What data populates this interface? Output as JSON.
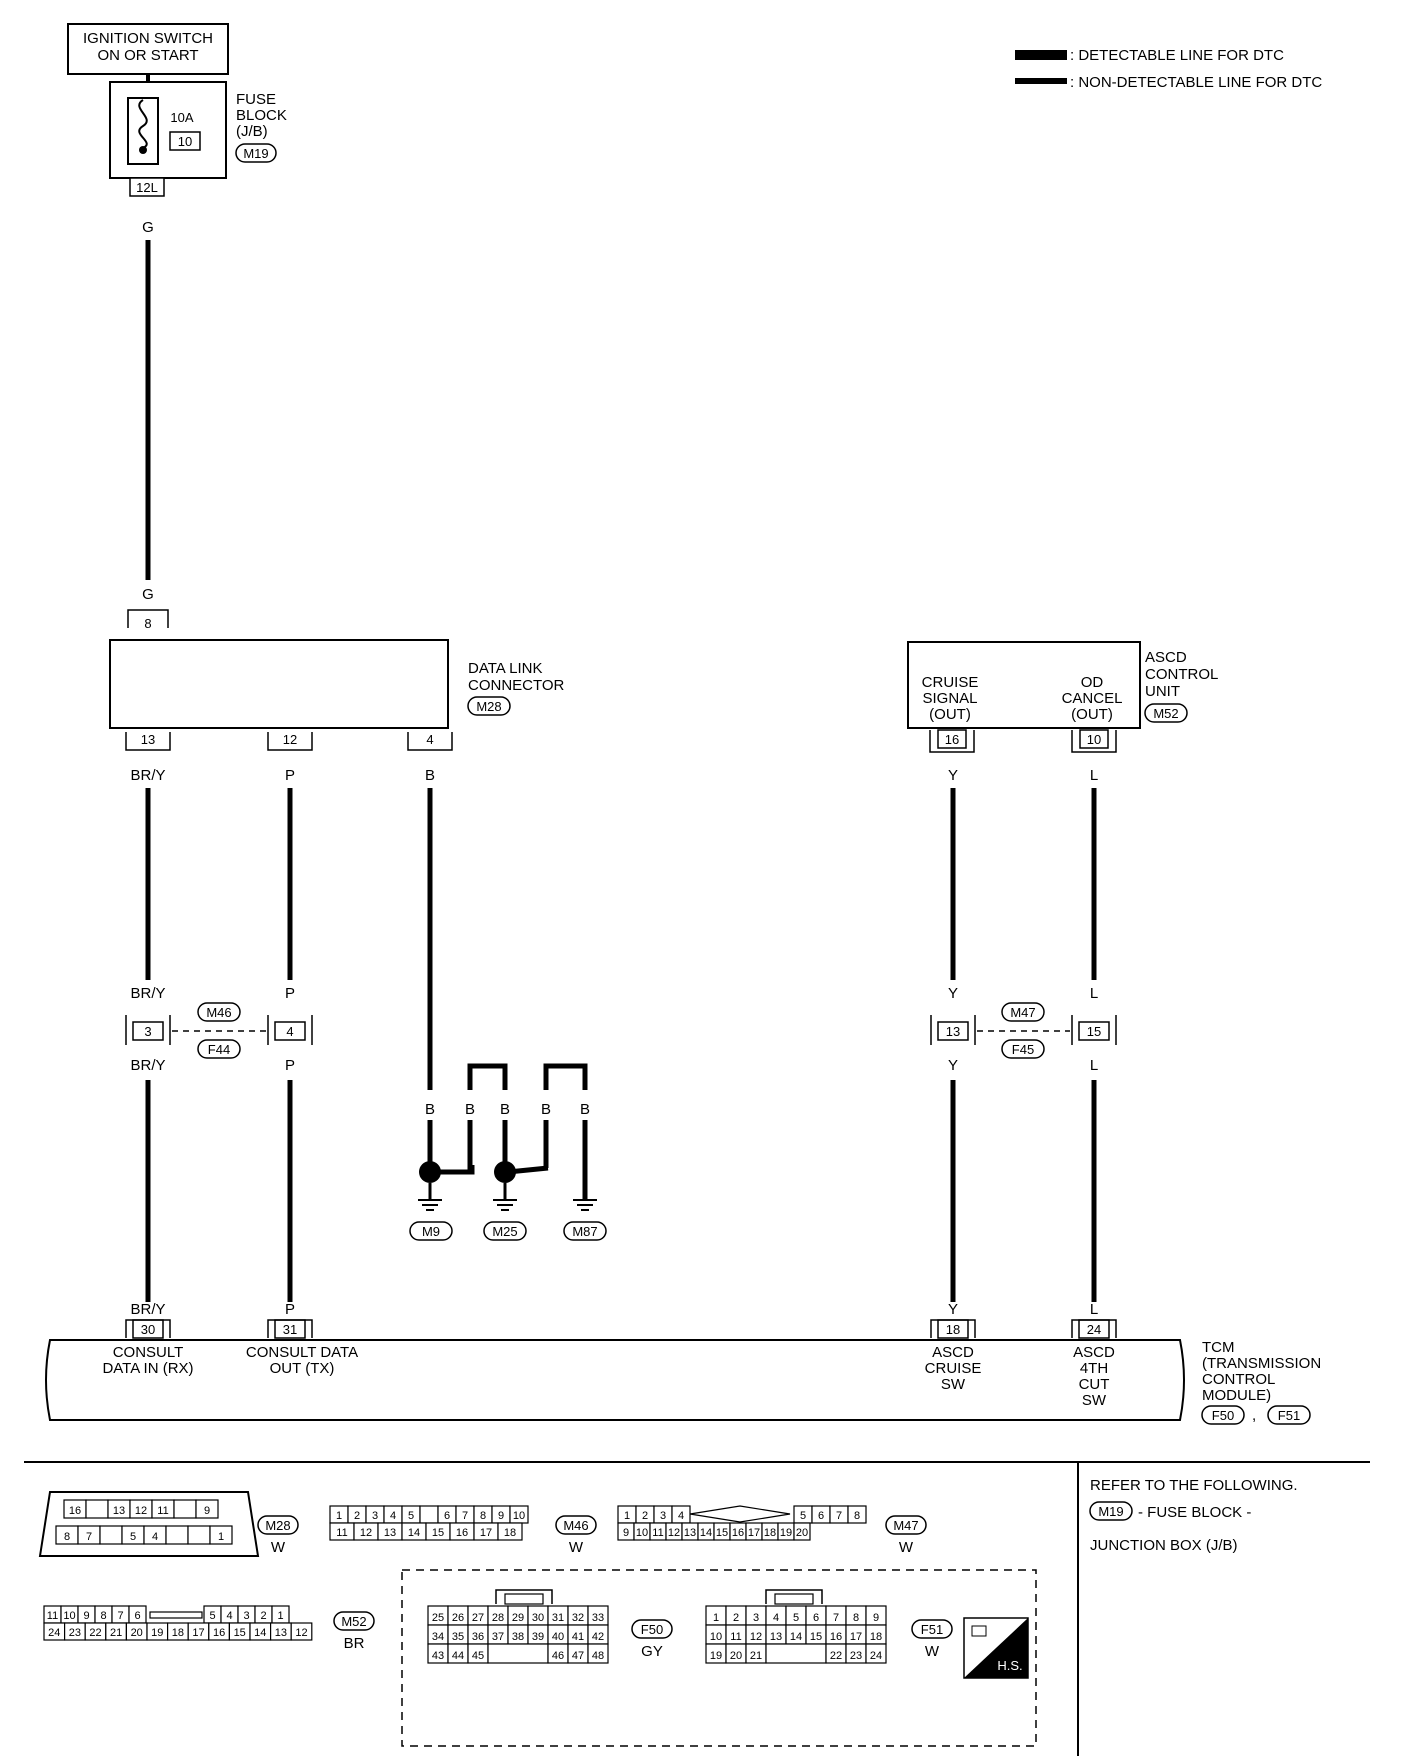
{
  "legend": {
    "detectable": ": DETECTABLE LINE FOR DTC",
    "non_detectable": ": NON-DETECTABLE LINE FOR DTC"
  },
  "power": {
    "label_l1": "IGNITION SWITCH",
    "label_l2": "ON OR START"
  },
  "fuse_block": {
    "label_l1": "FUSE",
    "label_l2": "BLOCK",
    "label_l3": "(J/B)",
    "connector": "M19",
    "amps": "10A",
    "fuse_no": "10",
    "terminal": "12L",
    "wire_color": "G"
  },
  "data_link": {
    "label_l1": "DATA LINK",
    "label_l2": "CONNECTOR",
    "connector": "M28",
    "top_terminal": "8",
    "top_wire": "G",
    "terminals": [
      "13",
      "12",
      "4"
    ],
    "wires": [
      "BR/Y",
      "P",
      "B"
    ]
  },
  "ascd": {
    "label_l1": "ASCD",
    "label_l2": "CONTROL",
    "label_l3": "UNIT",
    "connector": "M52",
    "pin1_l1": "CRUISE",
    "pin1_l2": "SIGNAL",
    "pin1_l3": "(OUT)",
    "pin2_l1": "OD",
    "pin2_l2": "CANCEL",
    "pin2_l3": "(OUT)",
    "terminals": [
      "16",
      "10"
    ],
    "wires": [
      "Y",
      "L"
    ]
  },
  "junction_left": {
    "upper": "M46",
    "lower": "F44",
    "terminals": [
      "3",
      "4"
    ],
    "wires_top": [
      "BR/Y",
      "P"
    ],
    "wires_bottom": [
      "BR/Y",
      "P"
    ]
  },
  "junction_right": {
    "upper": "M47",
    "lower": "F45",
    "terminals": [
      "13",
      "15"
    ],
    "wires_top": [
      "Y",
      "L"
    ],
    "wires_bottom": [
      "Y",
      "L"
    ]
  },
  "grounds": {
    "wire": "B",
    "labels": [
      "M9",
      "M25",
      "M87"
    ]
  },
  "tcm": {
    "label_l1": "TCM",
    "label_l2": "(TRANSMISSION",
    "label_l3": "CONTROL",
    "label_l4": "MODULE)",
    "conn1": "F50",
    "sep": ",",
    "conn2": "F51",
    "terminals": [
      "30",
      "31",
      "18",
      "24"
    ],
    "wires": [
      "BR/Y",
      "P",
      "Y",
      "L"
    ],
    "pin30_l1": "CONSULT",
    "pin30_l2": "DATA IN (RX)",
    "pin31_l1": "CONSULT DATA",
    "pin31_l2": "OUT (TX)",
    "pin18_l1": "ASCD",
    "pin18_l2": "CRUISE",
    "pin18_l3": "SW",
    "pin24_l1": "ASCD",
    "pin24_l2": "4TH",
    "pin24_l3": "CUT",
    "pin24_l4": "SW"
  },
  "refer": {
    "title": "REFER TO THE FOLLOWING.",
    "connector": "M19",
    "line1": "- FUSE BLOCK -",
    "line2": "JUNCTION BOX (J/B)"
  },
  "connectors": {
    "m28": {
      "id": "M28",
      "color": "W",
      "row1": [
        "16",
        "",
        "13",
        "12",
        "11",
        "",
        "9"
      ],
      "row2": [
        "8",
        "7",
        "",
        "5",
        "4",
        "",
        "",
        "1"
      ]
    },
    "m46": {
      "id": "M46",
      "color": "W",
      "row1": [
        "1",
        "2",
        "3",
        "4",
        "5",
        "",
        "6",
        "7",
        "8",
        "9",
        "10"
      ],
      "row2": [
        "11",
        "12",
        "13",
        "14",
        "15",
        "16",
        "17",
        "18"
      ]
    },
    "m47": {
      "id": "M47",
      "color": "W",
      "row1a": [
        "1",
        "2",
        "3",
        "4"
      ],
      "row1b": [
        "5",
        "6",
        "7",
        "8"
      ],
      "row2": [
        "9",
        "10",
        "11",
        "12",
        "13",
        "14",
        "15",
        "16",
        "17",
        "18",
        "19",
        "20"
      ]
    },
    "m52": {
      "id": "M52",
      "color": "BR",
      "row1a": [
        "11",
        "10",
        "9",
        "8",
        "7",
        "6"
      ],
      "row1b": [
        "5",
        "4",
        "3",
        "2",
        "1"
      ],
      "row2": [
        "24",
        "23",
        "22",
        "21",
        "20",
        "19",
        "18",
        "17",
        "16",
        "15",
        "14",
        "13",
        "12"
      ]
    },
    "f50": {
      "id": "F50",
      "color": "GY",
      "row1": [
        "25",
        "26",
        "27",
        "28",
        "29",
        "30",
        "31",
        "32",
        "33"
      ],
      "row2": [
        "34",
        "35",
        "36",
        "37",
        "38",
        "39",
        "40",
        "41",
        "42"
      ],
      "row3a": [
        "43",
        "44",
        "45"
      ],
      "row3b": [
        "46",
        "47",
        "48"
      ]
    },
    "f51": {
      "id": "F51",
      "color": "W",
      "row1": [
        "1",
        "2",
        "3",
        "4",
        "5",
        "6",
        "7",
        "8",
        "9"
      ],
      "row2": [
        "10",
        "11",
        "12",
        "13",
        "14",
        "15",
        "16",
        "17",
        "18"
      ],
      "row3a": [
        "19",
        "20",
        "21"
      ],
      "row3b": [
        "22",
        "23",
        "24"
      ]
    },
    "hs": "H.S."
  }
}
